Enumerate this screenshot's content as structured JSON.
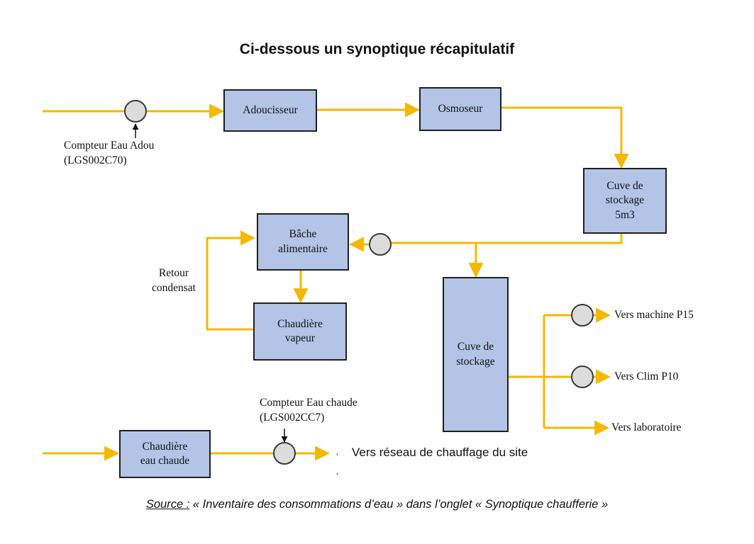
{
  "title": "Ci-dessous un synoptique récapitulatif",
  "boxes": {
    "adoucisseur": "Adoucisseur",
    "osmoseur": "Osmoseur",
    "cuve_stockage_5m3": "Cuve de\nstockage\n5m3",
    "bache_alimentaire": "Bâche\nalimentaire",
    "chaudiere_vapeur": "Chaudière\nvapeur",
    "cuve_stockage": "Cuve de\nstockage",
    "chaudiere_eau_chaude": "Chaudière\neau chaude"
  },
  "labels": {
    "compteur_eau_adou": "Compteur Eau Adou\n(LGS002C70)",
    "retour_condensat": "Retour\ncondensat",
    "compteur_eau_chaude": "Compteur Eau chaude\n(LGS002CC7)",
    "vers_machine": "Vers machine P15",
    "vers_clim": "Vers Clim P10",
    "vers_laboratoire": "Vers laboratoire",
    "vers_reseau": "Vers réseau de chauffage du site"
  },
  "source": {
    "prefix": "Source :",
    "text": " « Inventaire des consommations d’eau » dans l’onglet « Synoptique chaufferie »"
  },
  "colors": {
    "pipe": "#f5b800",
    "box_fill": "#b3c4e6",
    "box_border": "#1f1f1f",
    "meter_fill": "#dcdcdc"
  }
}
